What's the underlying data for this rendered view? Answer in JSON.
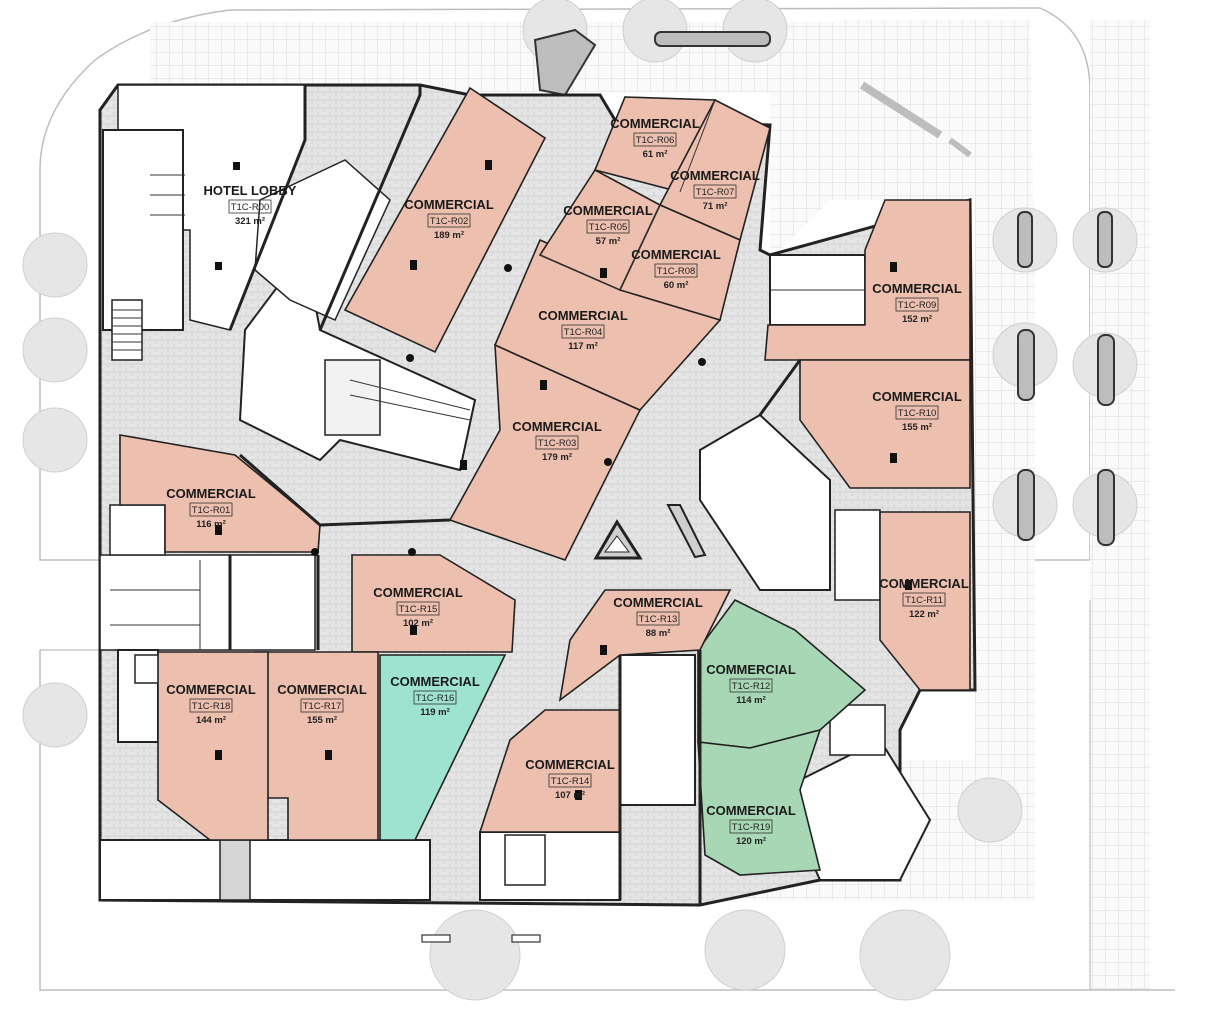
{
  "colors": {
    "commercial": "#ecbfae",
    "green": "#a7d7b4",
    "teal": "#9de3cf",
    "circulation": "#e2e2e2",
    "paving": "#f7f7f7",
    "wall": "#222222"
  },
  "units": [
    {
      "name": "HOTEL LOBBY",
      "code": "T1C-R00",
      "area": "321 m²",
      "style": "white"
    },
    {
      "name": "COMMERCIAL",
      "code": "T1C-R01",
      "area": "116 m²",
      "style": "commercial"
    },
    {
      "name": "COMMERCIAL",
      "code": "T1C-R02",
      "area": "189 m²",
      "style": "commercial"
    },
    {
      "name": "COMMERCIAL",
      "code": "T1C-R03",
      "area": "179 m²",
      "style": "commercial"
    },
    {
      "name": "COMMERCIAL",
      "code": "T1C-R04",
      "area": "117 m²",
      "style": "commercial"
    },
    {
      "name": "COMMERCIAL",
      "code": "T1C-R05",
      "area": "57 m²",
      "style": "commercial"
    },
    {
      "name": "COMMERCIAL",
      "code": "T1C-R06",
      "area": "61 m²",
      "style": "commercial"
    },
    {
      "name": "COMMERCIAL",
      "code": "T1C-R07",
      "area": "71 m²",
      "style": "commercial"
    },
    {
      "name": "COMMERCIAL",
      "code": "T1C-R08",
      "area": "60 m²",
      "style": "commercial"
    },
    {
      "name": "COMMERCIAL",
      "code": "T1C-R09",
      "area": "152 m²",
      "style": "commercial"
    },
    {
      "name": "COMMERCIAL",
      "code": "T1C-R10",
      "area": "155 m²",
      "style": "commercial"
    },
    {
      "name": "COMMERCIAL",
      "code": "T1C-R11",
      "area": "122 m²",
      "style": "commercial"
    },
    {
      "name": "COMMERCIAL",
      "code": "T1C-R12",
      "area": "114 m²",
      "style": "green"
    },
    {
      "name": "COMMERCIAL",
      "code": "T1C-R13",
      "area": "88 m²",
      "style": "commercial"
    },
    {
      "name": "COMMERCIAL",
      "code": "T1C-R14",
      "area": "107 m²",
      "style": "commercial"
    },
    {
      "name": "COMMERCIAL",
      "code": "T1C-R15",
      "area": "102 m²",
      "style": "commercial"
    },
    {
      "name": "COMMERCIAL",
      "code": "T1C-R16",
      "area": "119 m²",
      "style": "teal"
    },
    {
      "name": "COMMERCIAL",
      "code": "T1C-R17",
      "area": "155 m²",
      "style": "commercial"
    },
    {
      "name": "COMMERCIAL",
      "code": "T1C-R18",
      "area": "144 m²",
      "style": "commercial"
    },
    {
      "name": "COMMERCIAL",
      "code": "T1C-R19",
      "area": "120 m²",
      "style": "green"
    }
  ]
}
